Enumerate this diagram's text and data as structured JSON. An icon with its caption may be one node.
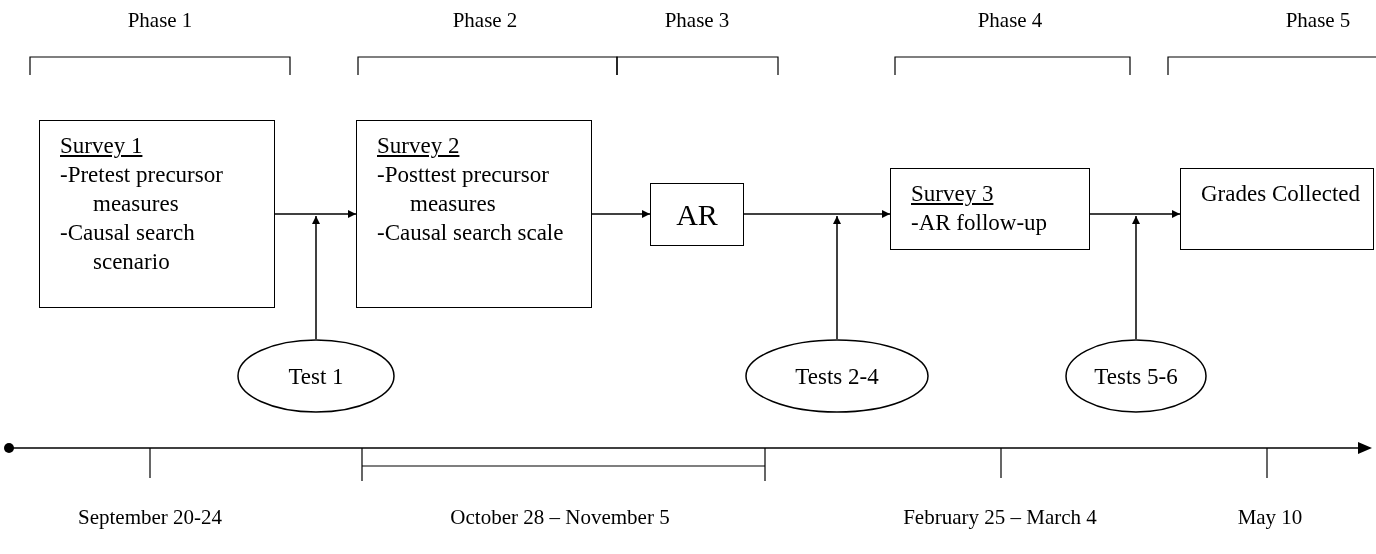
{
  "diagram": {
    "nodes": [
      {
        "text": [
          "Survey 1",
          "-Pretest precursor measures",
          "-Causal search scenario"
        ]
      },
      {
        "text": [
          "Survey 2",
          "-Posttest precursor measures",
          "-Causal search scale"
        ]
      },
      {
        "text": [
          "AR"
        ]
      },
      {
        "text": [
          "Survey 3",
          "-AR follow-up"
        ]
      },
      {
        "text": [
          "Grades Collected"
        ]
      },
      {
        "text": [
          "Test 1"
        ]
      },
      {
        "text": [
          "Tests 2-4"
        ]
      },
      {
        "text": [
          "Tests 5-6"
        ]
      }
    ],
    "edges": [
      {
        "from": 0,
        "to": 1,
        "arrow": "to"
      },
      {
        "from": 1,
        "to": 2,
        "arrow": "to"
      },
      {
        "from": 2,
        "to": 3,
        "arrow": "to"
      },
      {
        "from": 3,
        "to": 4,
        "arrow": "to"
      },
      {
        "from": 5,
        "to": null,
        "arrow": "to"
      },
      {
        "from": 6,
        "to": null,
        "arrow": "to"
      },
      {
        "from": 7,
        "to": null,
        "arrow": "to"
      }
    ],
    "labels": [
      "Phase 1",
      "Phase 2",
      "Phase 3",
      "Phase 4",
      "Phase 5",
      "September 20-24",
      "October 28 – November 5",
      "February 25 – March 4",
      "May 10"
    ]
  }
}
